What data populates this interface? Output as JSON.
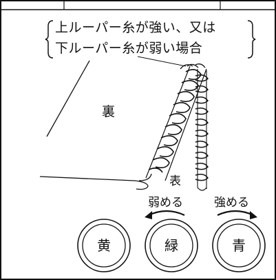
{
  "caption": {
    "line1": "上ルーパー糸が強い、又は",
    "line2": "下ルーパー糸が弱い場合"
  },
  "labels": {
    "back": "裏",
    "front": "表",
    "weaken": "弱める",
    "strengthen": "強める"
  },
  "dials": [
    {
      "label": "黄"
    },
    {
      "label": "緑"
    },
    {
      "label": "青"
    }
  ]
}
